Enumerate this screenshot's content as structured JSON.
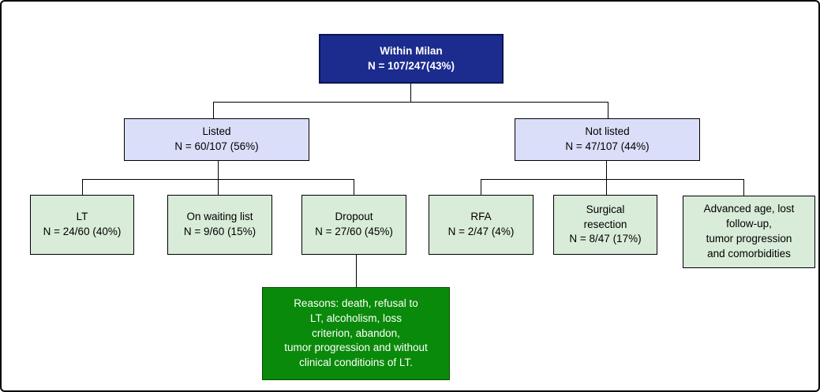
{
  "diagram": {
    "type": "flowchart",
    "colors": {
      "root_fill": "#1b2b8e",
      "level2_fill": "#dadef9",
      "level3_fill": "#d9ebd9",
      "note_fill": "#0a8a0a",
      "line_color": "#000000",
      "background": "#ffffff"
    },
    "nodes": {
      "within_milan": {
        "lines": [
          "Within Milan",
          "N = 107/247(43%)"
        ]
      },
      "listed": {
        "lines": [
          "Listed",
          "N = 60/107 (56%)"
        ]
      },
      "not_listed": {
        "lines": [
          "Not listed",
          "N = 47/107 (44%)"
        ]
      },
      "lt": {
        "lines": [
          "LT",
          "N = 24/60 (40%)"
        ]
      },
      "on_waiting_list": {
        "lines": [
          "On waiting list",
          "N = 9/60 (15%)"
        ]
      },
      "dropout": {
        "lines": [
          "Dropout",
          "N = 27/60 (45%)"
        ]
      },
      "rfa": {
        "lines": [
          "RFA",
          "N = 2/47 (4%)"
        ]
      },
      "surgical_resection": {
        "lines": [
          "Surgical",
          "resection",
          "N = 8/47 (17%)"
        ]
      },
      "advanced_age": {
        "lines": [
          "Advanced age, lost",
          "follow-up,",
          "tumor progression",
          "and comorbidities"
        ]
      },
      "reasons": {
        "lines": [
          "Reasons: death, refusal to",
          "LT, alcoholism, loss",
          "criterion, abandon,",
          "tumor progression and without",
          "clinical conditioins of LT."
        ]
      }
    },
    "edges": [
      [
        "within_milan",
        "listed"
      ],
      [
        "within_milan",
        "not_listed"
      ],
      [
        "listed",
        "lt"
      ],
      [
        "listed",
        "on_waiting_list"
      ],
      [
        "listed",
        "dropout"
      ],
      [
        "not_listed",
        "rfa"
      ],
      [
        "not_listed",
        "surgical_resection"
      ],
      [
        "not_listed",
        "advanced_age"
      ],
      [
        "dropout",
        "reasons"
      ]
    ]
  }
}
